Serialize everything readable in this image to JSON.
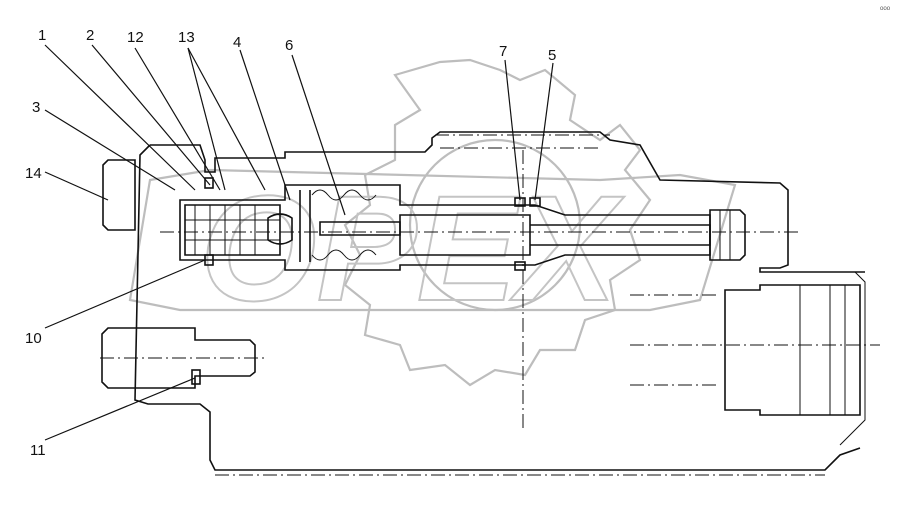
{
  "diagram": {
    "callouts": {
      "c1": "1",
      "c2": "2",
      "c12": "12",
      "c13": "13",
      "c4": "4",
      "c6": "6",
      "c7": "7",
      "c5": "5",
      "c3": "3",
      "c14": "14",
      "c10": "10",
      "c11": "11"
    },
    "watermark": "OPEX",
    "corner_mark": "ᵒᵒᵒ"
  },
  "colors": {
    "line": "#111111",
    "watermark": "#bdbdbd",
    "background": "#ffffff"
  }
}
